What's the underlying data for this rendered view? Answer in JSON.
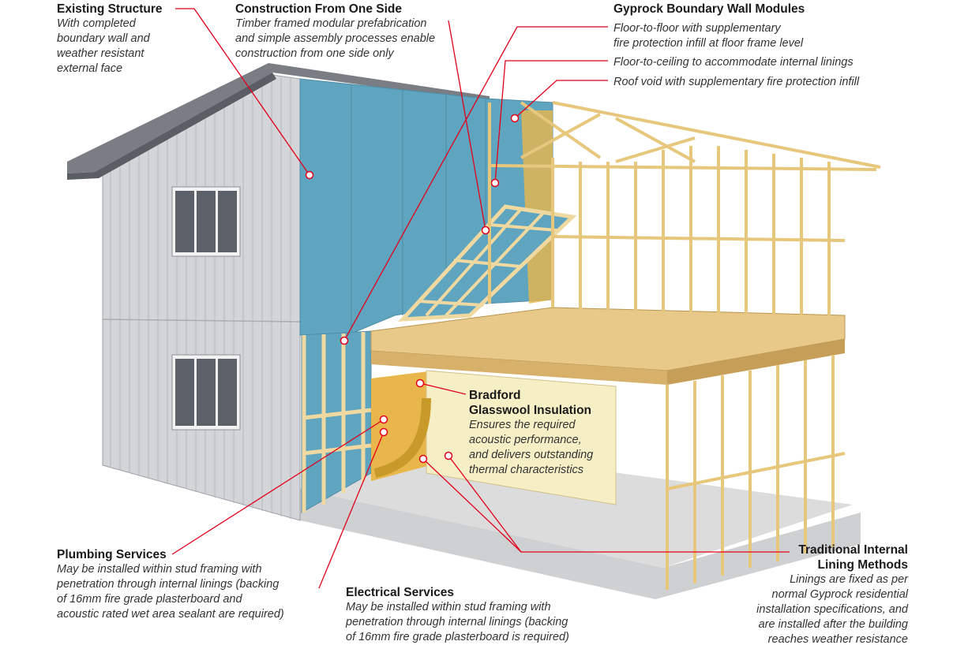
{
  "labels": {
    "existing": {
      "title": "Existing Structure",
      "lines": [
        "With completed",
        "boundary wall and",
        "weather resistant",
        "external face"
      ]
    },
    "construction": {
      "title": "Construction From One Side",
      "lines": [
        "Timber framed modular prefabrication",
        "and simple assembly processes enable",
        "construction from one side only"
      ]
    },
    "gyprock": {
      "title": "Gyprock Boundary Wall Modules",
      "lines": [
        "Floor-to-floor with supplementary",
        "fire protection infill at floor frame level",
        "Floor-to-ceiling to accommodate internal linings",
        "Roof void with supplementary fire protection infill"
      ]
    },
    "bradford": {
      "title_lines": [
        "Bradford",
        "Glasswool Insulation"
      ],
      "lines": [
        "Ensures the required",
        "acoustic performance,",
        "and delivers outstanding",
        "thermal characteristics"
      ]
    },
    "plumbing": {
      "title": "Plumbing Services",
      "lines": [
        "May be installed within stud framing with",
        "penetration through internal linings (backing",
        "of 16mm fire grade plasterboard and",
        "acoustic rated wet area sealant are required)"
      ]
    },
    "electrical": {
      "title": "Electrical Services",
      "lines": [
        "May be installed within stud framing with",
        "penetration through internal linings (backing",
        "of 16mm fire grade plasterboard is required)"
      ]
    },
    "traditional": {
      "title_lines": [
        "Traditional Internal",
        "Lining Methods"
      ],
      "lines": [
        "Linings are fixed as per",
        "normal Gyprock residential",
        "installation specifications, and",
        "are installed after the building",
        "reaches weather resistance"
      ]
    }
  },
  "colors": {
    "leader": "#e2001a",
    "cladding": "#d4d6da",
    "panel_blue": "#5fa5c0",
    "timber": "#efd9a0",
    "insulation": "#e8b64a",
    "slab": "#d9d9d9",
    "roof": "#7a7e84"
  }
}
